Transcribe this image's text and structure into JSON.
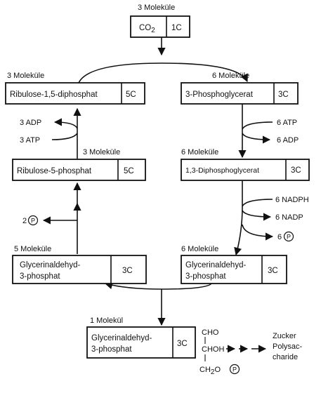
{
  "top": {
    "count": "3 Moleküle",
    "co2": "CO",
    "co2_sub": "2",
    "c": "1C"
  },
  "ribulose_diphosphat": {
    "count": "3 Moleküle",
    "name": "Ribulose-1,5-diphosphat",
    "c": "5C"
  },
  "phosphoglycerat": {
    "count": "6 Moleküle",
    "name": "3-Phosphoglycerat",
    "c": "3C"
  },
  "atp_left": {
    "adp": "3 ADP",
    "atp": "3 ATP"
  },
  "atp_right": {
    "atp": "6 ATP",
    "adp": "6 ADP"
  },
  "ribulose_phosphat": {
    "count": "3 Moleküle",
    "name": "Ribulose-5-phosphat",
    "c": "5C"
  },
  "diphosphoglycerat": {
    "count": "6 Moleküle",
    "name": "1,3-Diphosphoglycerat",
    "c": "3C"
  },
  "nadph": {
    "nadph": "6 NADPH",
    "nadp": "6 NADP",
    "p_count": "6",
    "p": "P"
  },
  "p_left": {
    "count": "2",
    "p": "P"
  },
  "gap_left": {
    "count": "5 Moleküle",
    "line1": "Glycerinaldehyd-",
    "line2": "3-phosphat",
    "c": "3C"
  },
  "gap_right": {
    "count": "6 Moleküle",
    "line1": "Glycerinaldehyd-",
    "line2": "3-phosphat",
    "c": "3C"
  },
  "gap_out": {
    "count": "1 Molekül",
    "line1": "Glycerinaldehyd-",
    "line2": "3-phosphat",
    "c": "3C"
  },
  "structure": {
    "cho": "CHO",
    "choh": "CHOH",
    "ch2o": "CH",
    "ch2o_sub": "2",
    "ch2o_o": "O",
    "p": "P"
  },
  "products": {
    "line1": "Zucker",
    "line2": "Polysac-",
    "line3": "charide"
  }
}
